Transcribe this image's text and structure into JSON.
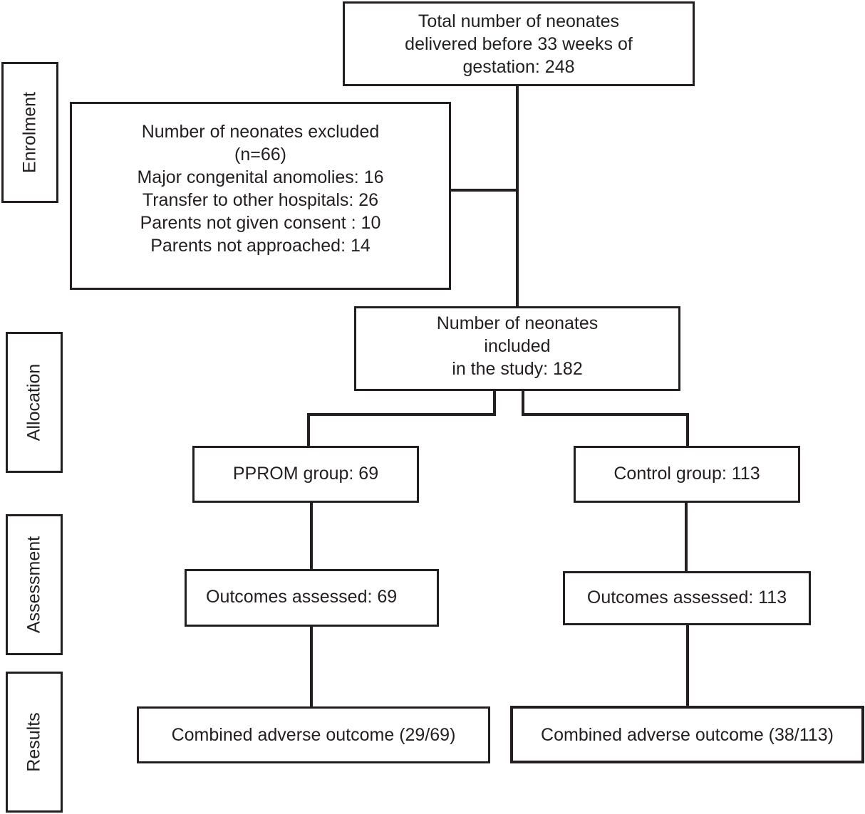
{
  "stages": {
    "enrolment": "Enrolment",
    "allocation": "Allocation",
    "assessment": "Assessment",
    "results": "Results"
  },
  "total": {
    "lines": [
      "Total number of  neonates",
      "delivered before 33 weeks of",
      "gestation: 248"
    ]
  },
  "excluded": {
    "lines": [
      "Number of neonates excluded",
      "(n=66)",
      "Major  congenital anomolies: 16",
      "Transfer to other hospitals: 26",
      "Parents not given consent : 10",
      "Parents  not approached: 14"
    ]
  },
  "included": {
    "lines": [
      "Number of neonates",
      "included",
      "in the study: 182"
    ]
  },
  "pprom": {
    "label": "PPROM group: 69"
  },
  "control": {
    "label": "Control group: 113"
  },
  "pprom_assessed": {
    "label": "Outcomes assessed: 69"
  },
  "control_assessed": {
    "label": "Outcomes assessed: 113"
  },
  "pprom_outcome": {
    "label": "Combined adverse outcome (29/69)"
  },
  "control_outcome": {
    "label": "Combined adverse outcome (38/113)"
  }
}
